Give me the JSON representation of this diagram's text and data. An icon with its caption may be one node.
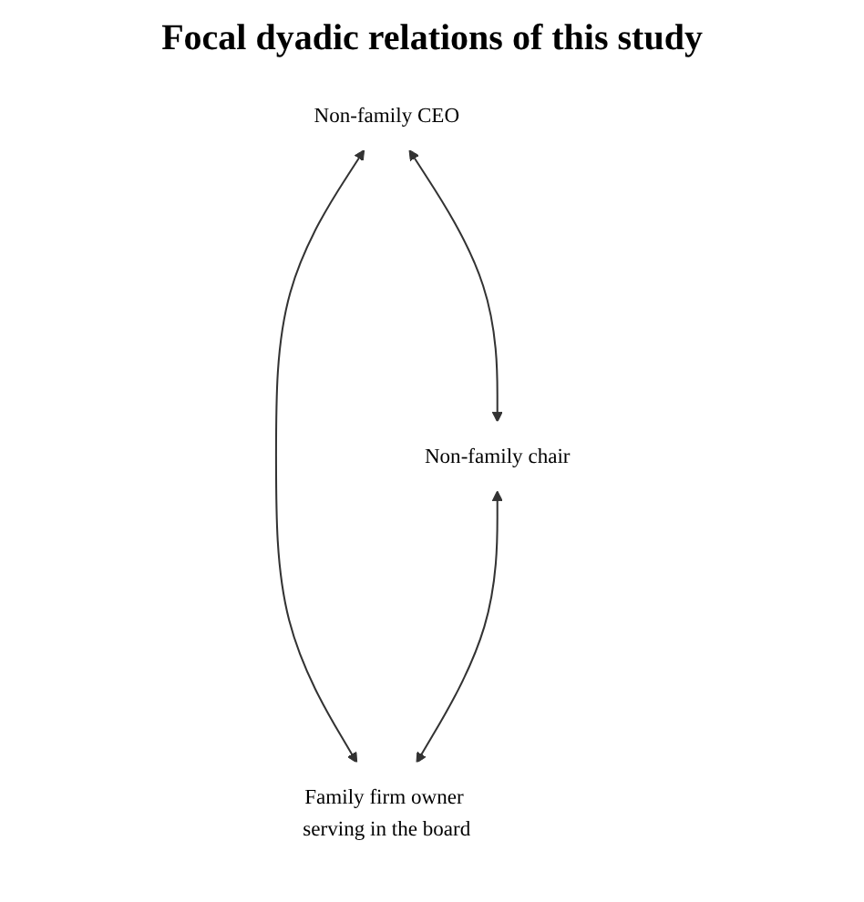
{
  "diagram": {
    "title": "Focal dyadic relations of this study",
    "nodes": [
      {
        "text": [
          "Non-family CEO"
        ]
      },
      {
        "text": [
          "Non-family chair"
        ]
      },
      {
        "text": [
          "Family firm owner serving in the board"
        ]
      }
    ],
    "edges": [
      {
        "from": 0,
        "to": 1,
        "arrow": "both"
      },
      {
        "from": 0,
        "to": 2,
        "arrow": "both"
      },
      {
        "from": 1,
        "to": 2,
        "arrow": "both"
      }
    ]
  }
}
